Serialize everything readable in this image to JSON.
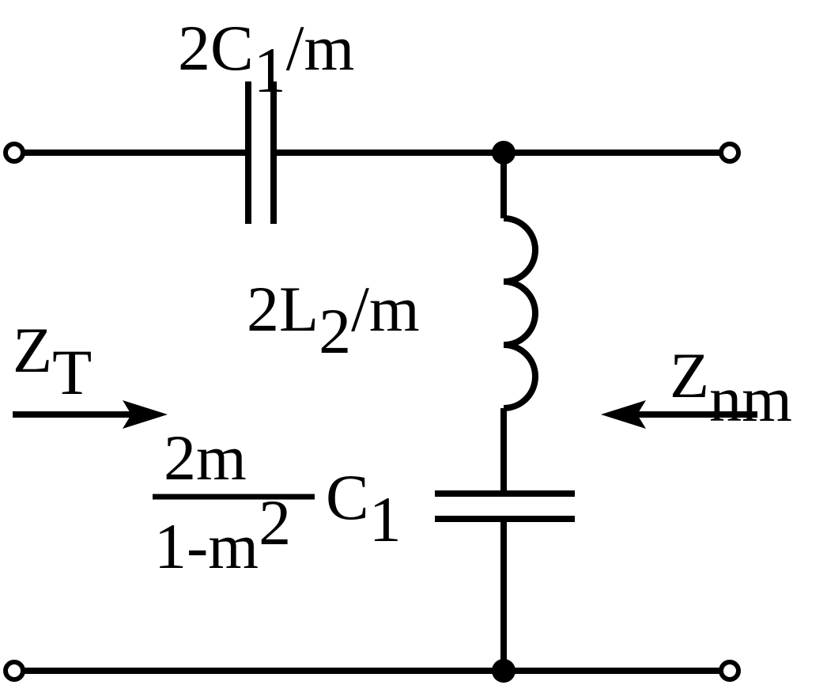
{
  "diagram": {
    "colors": {
      "stroke": "#000000",
      "background": "#ffffff"
    },
    "labels": {
      "series_capacitor": {
        "pre": "2C",
        "sub": "1",
        "post": "/m"
      },
      "shunt_inductor": {
        "pre": "2L",
        "sub": "2",
        "post": "/m"
      },
      "impedance_left": {
        "pre": "Z",
        "sub": "T"
      },
      "impedance_right": {
        "pre": "Z",
        "sub": "nm"
      },
      "shunt_capacitor": {
        "numerator": "2m",
        "denominator": "1-m",
        "denominator_sup": "2",
        "symbol": "C",
        "symbol_sub": "1"
      }
    }
  }
}
